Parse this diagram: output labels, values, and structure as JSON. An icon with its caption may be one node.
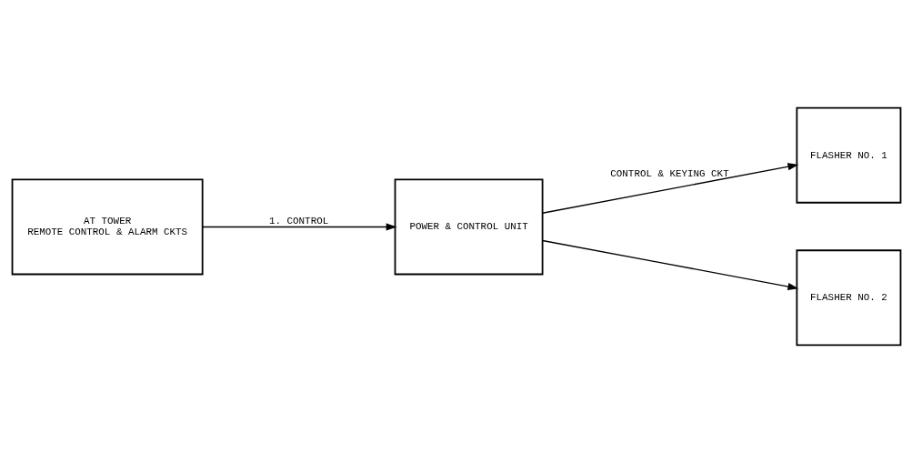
{
  "diagram": {
    "nodes": [
      {
        "text": [
          "AT TOWER",
          "REMOTE CONTROL & ALARM CKTS"
        ]
      },
      {
        "text": [
          "POWER & CONTROL UNIT"
        ]
      },
      {
        "text": [
          "FLASHER NO. 1"
        ]
      },
      {
        "text": [
          "FLASHER NO. 2"
        ]
      }
    ],
    "edges": [
      {
        "from": 0,
        "to": 1,
        "arrow": "to",
        "label": "1. CONTROL"
      },
      {
        "from": 1,
        "to": 2,
        "arrow": "to",
        "label": "CONTROL & KEYING CKT"
      },
      {
        "from": 1,
        "to": 3,
        "arrow": "to"
      }
    ]
  }
}
